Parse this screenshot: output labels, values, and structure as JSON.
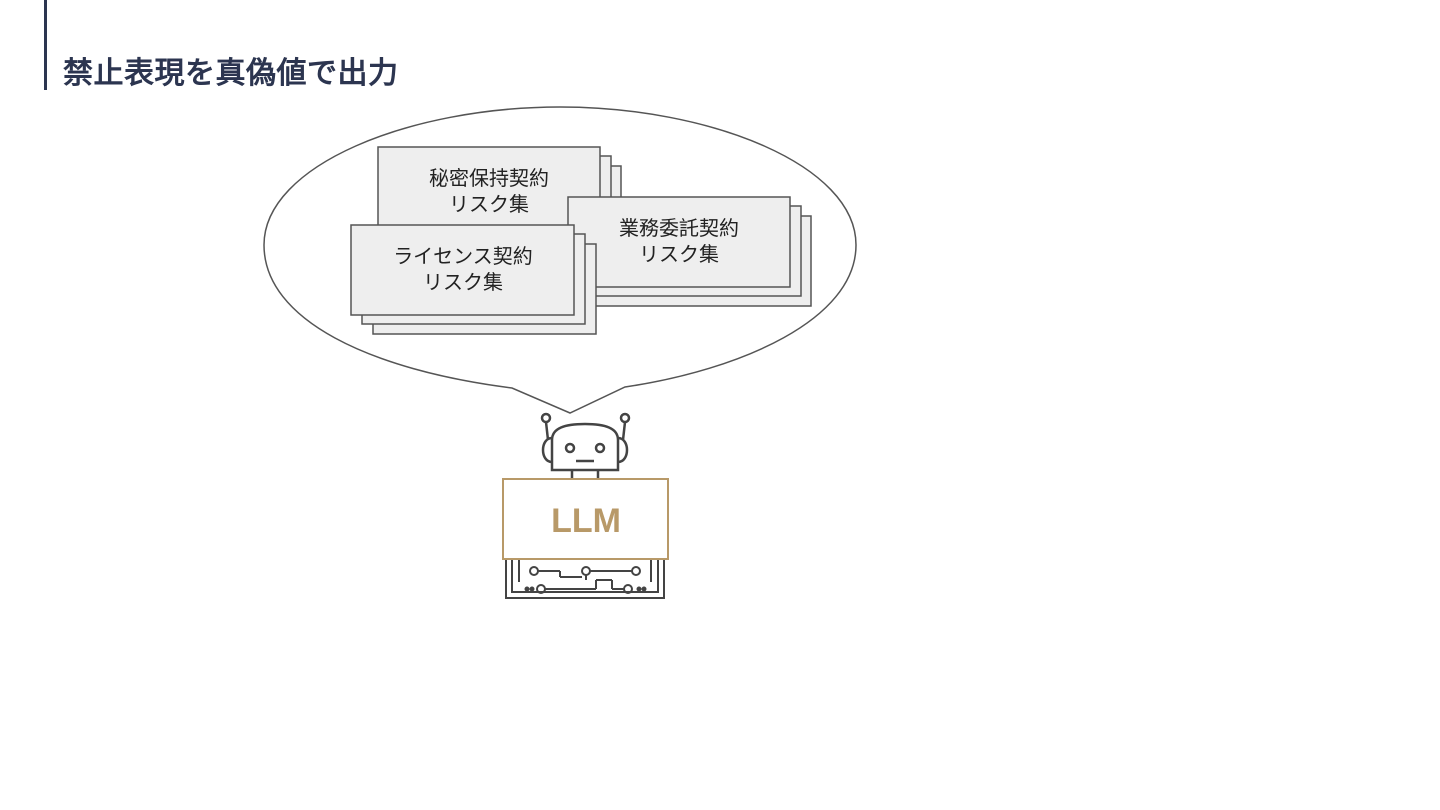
{
  "slide": {
    "title": "禁止表現を真偽値で出力"
  },
  "diagram": {
    "documents": [
      {
        "line1": "秘密保持契約",
        "line2": "リスク集"
      },
      {
        "line1": "業務委託契約",
        "line2": "リスク集"
      },
      {
        "line1": "ライセンス契約",
        "line2": "リスク集"
      }
    ],
    "llm_label": "LLM",
    "robot_icon": "robot-icon",
    "circuit_icon": "circuit-board-icon"
  },
  "colors": {
    "title": "#2c3550",
    "accent_gold": "#b89968",
    "doc_fill": "#eeeeee",
    "line": "#444444"
  }
}
